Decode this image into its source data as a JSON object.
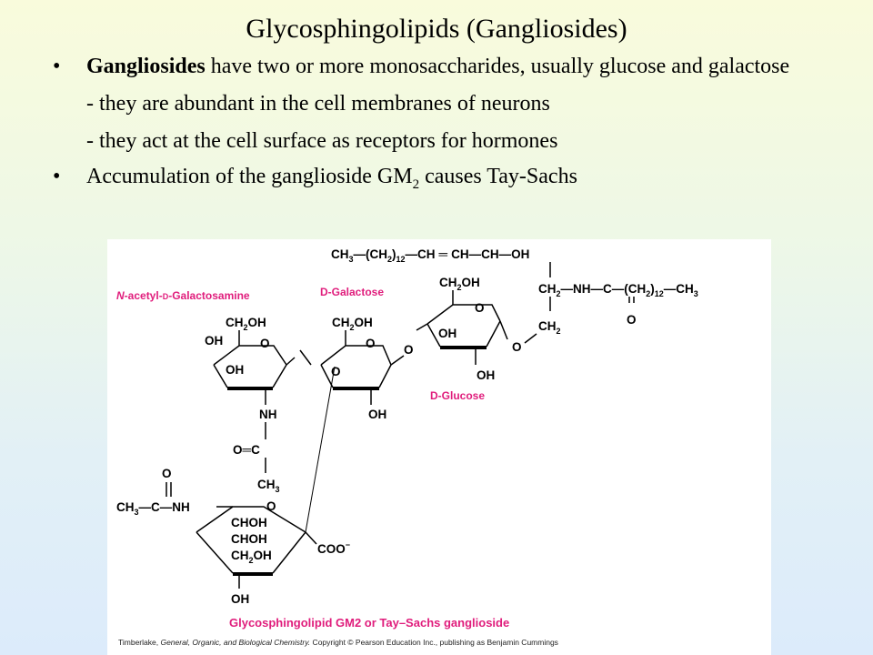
{
  "slide": {
    "title": "Glycosphingolipids (Gangliosides)",
    "bullet1_bold": "Gangliosides",
    "bullet1_text": " have two or more monosaccharides, usually glucose and galactose",
    "sub1": "- they are abundant in the cell membranes of neurons",
    "sub2": "- they act at the cell surface as receptors for hormones",
    "bullet2_pre": "Accumulation of the ganglioside GM",
    "bullet2_sub": "2",
    "bullet2_post": " causes Tay-Sachs",
    "bullet_char": "•"
  },
  "figure": {
    "label_galnac_n": "N",
    "label_galnac_rest": "-acetyl-",
    "label_galnac_d": "D",
    "label_galnac_end": "-Galactosamine",
    "label_galactose": "D-Galactose",
    "label_glucose": "D-Glucose",
    "sphingosine": "CH3—(CH2)12—CH═CH—CH—OH",
    "fatty_acid": "CH2—NH—C—(CH2)12—CH3",
    "ch2": "CH2",
    "caption": "Glycosphingolipid GM2 or Tay–Sachs ganglioside",
    "credit_pre": "Timberlake, ",
    "credit_italic": "General, Organic, and Biological Chemistry.",
    "credit_post": " Copyright © Pearson Education Inc., publishing as Benjamin Cummings",
    "accent_color": "#e01d7c"
  }
}
